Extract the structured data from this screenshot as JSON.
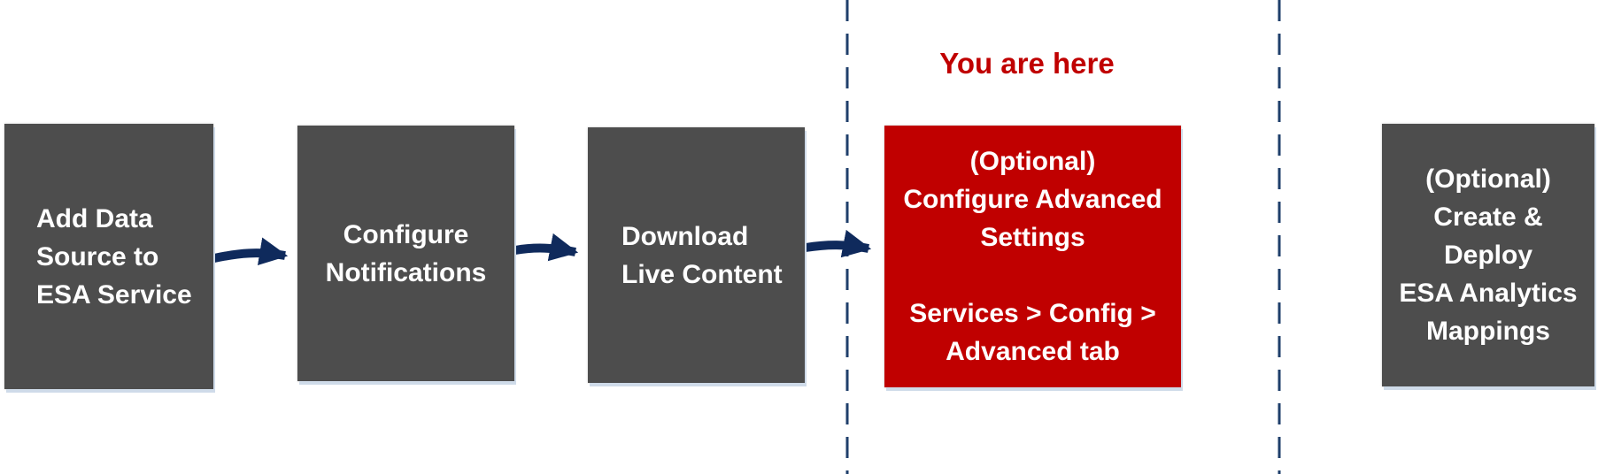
{
  "annotation": "You are here",
  "steps": [
    {
      "label": "Add Data\nSource to\nESA Service",
      "state": "complete"
    },
    {
      "label": "Configure\nNotifications",
      "state": "complete"
    },
    {
      "label": "Download\nLive Content",
      "state": "complete"
    },
    {
      "label": "(Optional)\nConfigure Advanced\nSettings\n\nServices > Config >\nAdvanced tab",
      "state": "current"
    },
    {
      "label": "(Optional)\nCreate &\nDeploy\nESA Analytics\nMappings",
      "state": "upcoming"
    }
  ],
  "colors": {
    "step_box": "#4d4d4d",
    "current_step_box": "#c00000",
    "arrow": "#0f2a5c",
    "divider": "#1f3f6b",
    "annotation_text": "#c00000"
  }
}
